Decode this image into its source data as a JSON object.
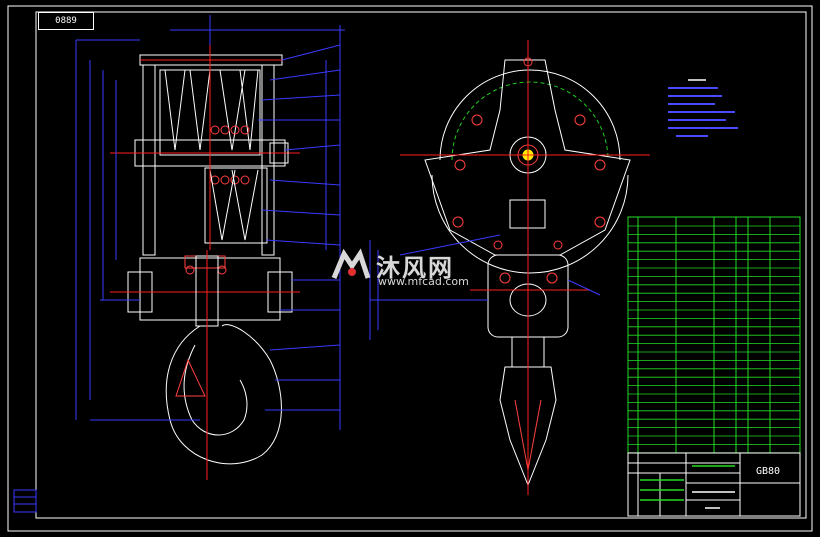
{
  "drawing": {
    "corner_label": "0889",
    "title_block_code": "GB80"
  },
  "watermark": {
    "main_text": "沐风网",
    "sub_text": "www.mfcad.com"
  },
  "colors": {
    "background": "#000000",
    "outline": "#ffffff",
    "dimension": "#3a3aff",
    "centerline": "#ff2020",
    "table": "#22dd22",
    "notes": "#4a4aff",
    "hidden": "#22cc22"
  }
}
